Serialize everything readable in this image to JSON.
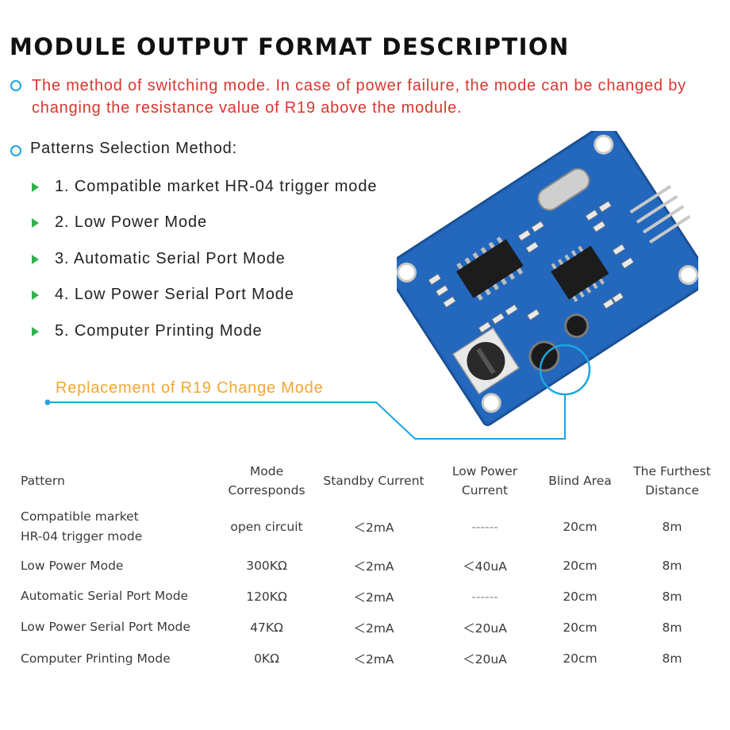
{
  "title": "MODULE OUTPUT FORMAT DESCRIPTION",
  "description": "The method of switching mode. In case of power failure, the mode can be changed by changing the resistance value of R19 above the module.",
  "selection_title": "Patterns Selection Method:",
  "modes": [
    "1. Compatible market HR-04 trigger mode",
    "2. Low Power Mode",
    "3. Automatic Serial Port Mode",
    "4. Low Power Serial Port Mode",
    "5. Computer Printing Mode"
  ],
  "replacement_label": "Replacement of R19 Change Mode",
  "colors": {
    "accent_blue": "#1ba6e0",
    "description_red": "#d9362f",
    "arrow_green": "#2fb34a",
    "label_orange": "#f4a636",
    "pcb_blue": "#1f5fb0"
  },
  "table": {
    "headers": {
      "pattern": "Pattern",
      "mode_1": "Mode",
      "mode_2": "Corresponds",
      "standby": "Standby Current",
      "low_1": "Low Power",
      "low_2": "Current",
      "blind": "Blind Area",
      "far_1": "The Furthest",
      "far_2": "Distance"
    },
    "rows": [
      {
        "pattern_1": "Compatible market",
        "pattern_2": "HR-04 trigger mode",
        "mode": "open circuit",
        "standby": "＜2mA",
        "low": "------",
        "blind": "20cm",
        "far": "8m"
      },
      {
        "pattern_1": "Low Power Mode",
        "pattern_2": "",
        "mode": "300KΩ",
        "standby": "＜2mA",
        "low": "＜40uA",
        "blind": "20cm",
        "far": "8m"
      },
      {
        "pattern_1": "Automatic Serial Port Mode",
        "pattern_2": "",
        "mode": "120KΩ",
        "standby": "＜2mA",
        "low": "------",
        "blind": "20cm",
        "far": "8m"
      },
      {
        "pattern_1": "Low Power Serial Port Mode",
        "pattern_2": "",
        "mode": "47KΩ",
        "standby": "＜2mA",
        "low": "＜20uA",
        "blind": "20cm",
        "far": "8m"
      },
      {
        "pattern_1": "Computer Printing Mode",
        "pattern_2": "",
        "mode": "0KΩ",
        "standby": "＜2mA",
        "low": "＜20uA",
        "blind": "20cm",
        "far": "8m"
      }
    ]
  }
}
